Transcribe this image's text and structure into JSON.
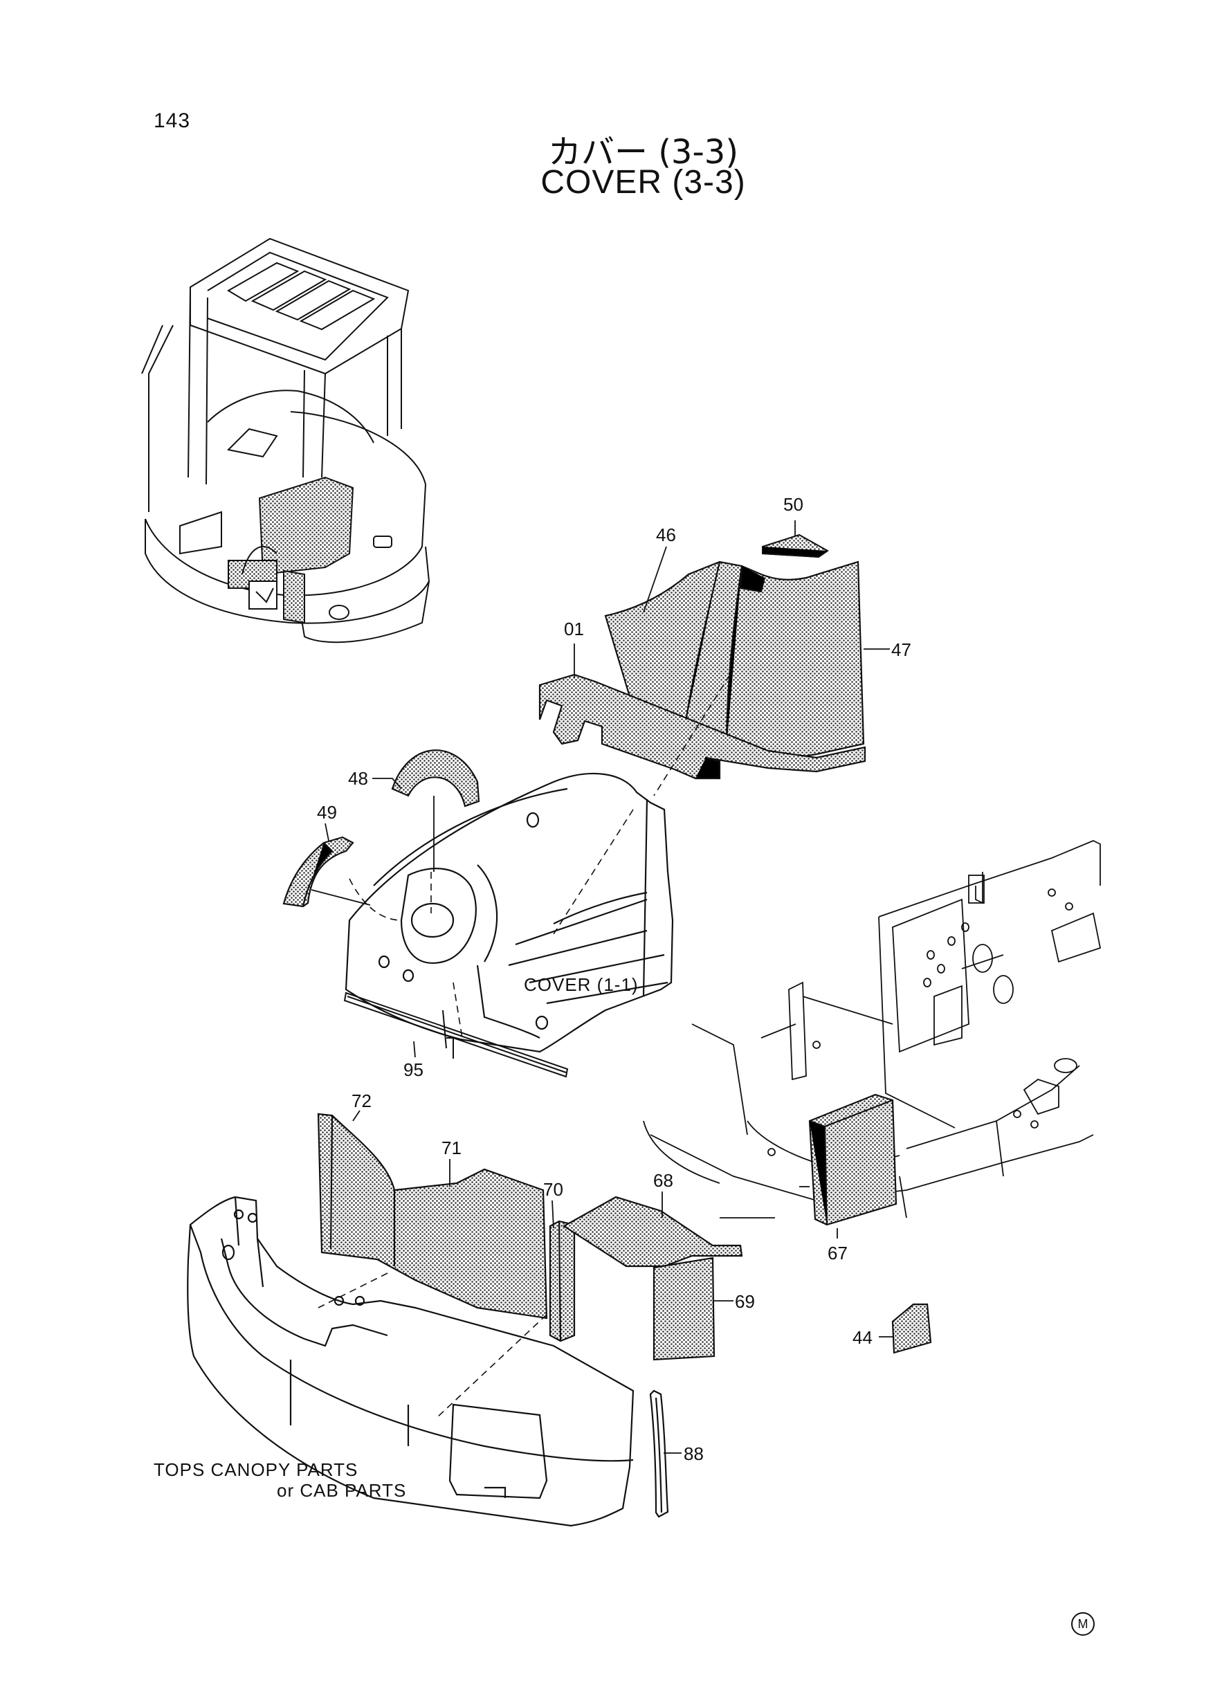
{
  "page": {
    "number": "143",
    "title_jp": "カバー (3-3)",
    "title_en": "COVER (3-3)",
    "mark": "M"
  },
  "callouts": {
    "p50": "50",
    "p46": "46",
    "p01": "01",
    "p47": "47",
    "p48": "48",
    "p49": "49",
    "p95": "95",
    "p72": "72",
    "p71": "71",
    "p70": "70",
    "p68": "68",
    "p69": "69",
    "p67": "67",
    "p44": "44",
    "p88": "88"
  },
  "notes": {
    "cover_ref": "COVER (1-1)",
    "tops_line1": "TOPS CANOPY PARTS",
    "tops_line2": "or CAB PARTS"
  }
}
